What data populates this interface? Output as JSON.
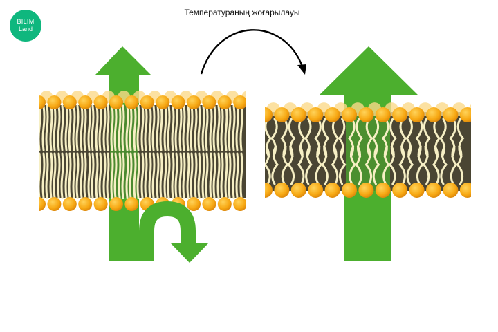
{
  "logo": {
    "line1": "BILIM",
    "line2": "Land"
  },
  "caption": "Температураның жоғарылауы",
  "colors": {
    "brand": "#0fb77e",
    "arrow": "#4caf2e",
    "head": "#f7a813",
    "tail": "#f6efc4",
    "core": "#4a4533"
  },
  "panels": [
    {
      "id": "low-temperature",
      "state": "ordered"
    },
    {
      "id": "high-temperature",
      "state": "fluid"
    }
  ]
}
